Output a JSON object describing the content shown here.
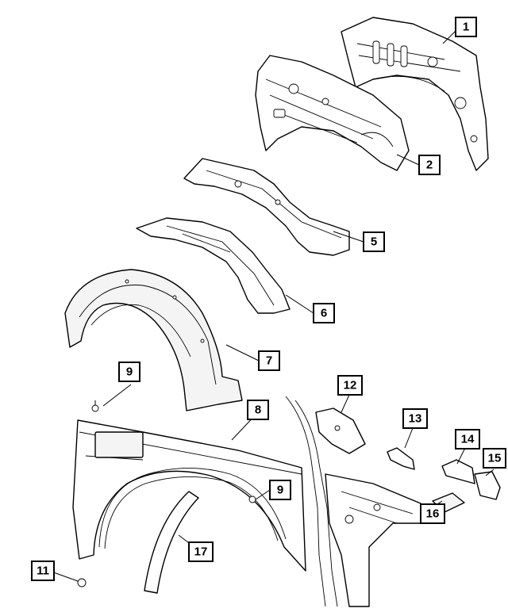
{
  "callouts": {
    "c1": "1",
    "c2": "2",
    "c5": "5",
    "c6": "6",
    "c7": "7",
    "c8": "8",
    "c9a": "9",
    "c9b": "9",
    "c11": "11",
    "c12": "12",
    "c13": "13",
    "c14": "14",
    "c15": "15",
    "c16": "16",
    "c17": "17"
  }
}
